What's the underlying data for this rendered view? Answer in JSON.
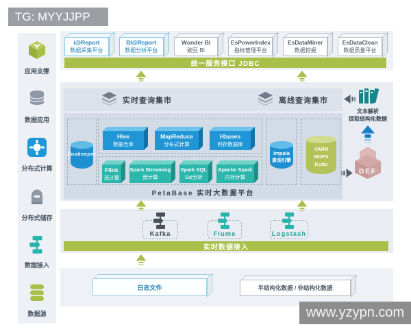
{
  "header": {
    "tag": "TG: MYYJJPP"
  },
  "watermark": {
    "text": "www.yzypn.com"
  },
  "sidebar": {
    "items": [
      {
        "label": "应用支撑",
        "icon": "cube-icon"
      },
      {
        "label": "数据应用",
        "icon": "database-icon"
      },
      {
        "label": "分布式计算",
        "icon": "chip-icon"
      },
      {
        "label": "分布式储存",
        "icon": "storage-icon"
      },
      {
        "label": "数据接入",
        "icon": "pipeline-icon"
      },
      {
        "label": "数据源",
        "icon": "cylinder-stack-icon"
      }
    ]
  },
  "app_layer": {
    "boxes": [
      {
        "line1": "i@Report",
        "line2": "数据采集平台"
      },
      {
        "line1": "BI@Report",
        "line2": "数据分析平台"
      },
      {
        "line1": "Wonder BI",
        "line2": "豌豆 BI"
      },
      {
        "line1": "EsPowerIndex",
        "line2": "指标管理平台"
      },
      {
        "line1": "EsDataMiner",
        "line2": "数据挖掘"
      },
      {
        "line1": "EsDataClean",
        "line2": "数据质量平台"
      }
    ],
    "service_bar": "统一服务接口 JDBC"
  },
  "query_layer": {
    "realtime_mart": "实时查询集市",
    "offline_mart": "离线查询集市"
  },
  "text_parsing": {
    "line1": "文本解析",
    "line2": "提取结构化数据",
    "def_label": "DEF"
  },
  "platform": {
    "zookeeper_label": "Zookeeper",
    "batch_boxes": [
      {
        "line1": "Hive",
        "line2": "数据仓库"
      },
      {
        "line1": "MapReduce",
        "line2": "分布式计算"
      },
      {
        "line1": "Hbases",
        "line2": "列存数据库"
      }
    ],
    "stream_boxes": [
      {
        "line1": "Flink",
        "line2": "流计算"
      },
      {
        "line1": "Spark Streaming",
        "line2": "流计算"
      },
      {
        "line1": "Spark SQL",
        "line2": "Sql分析"
      },
      {
        "line1": "Apache Spark",
        "line2": "内存计算"
      }
    ],
    "impala": {
      "line1": "Impala",
      "line2": "查询引擎"
    },
    "yarn_lines": {
      "l1": "YARN",
      "l2": "HDFS",
      "l3": "Kudu"
    },
    "caption": "PetaBase 实时大数据平台"
  },
  "ingest_layer": {
    "tools": [
      {
        "label": "Kafka"
      },
      {
        "label": "Flume"
      },
      {
        "label": "Logstash"
      }
    ],
    "bar": "实时数据接入"
  },
  "source_layer": {
    "log_file": "日志文件",
    "semi_structured": "半结构化数据 / 非结构化数据"
  },
  "colors": {
    "accent_olive": "#a9bf4a",
    "box_blue": "#2196d6",
    "box_teal": "#2cb7ac",
    "cylinder_blue": "#1f8fd0",
    "cylinder_olive": "#b3c25b",
    "def_pink": "#cfa2a2",
    "books_teal": "#17858c",
    "dark_arrow": "#59606b"
  }
}
